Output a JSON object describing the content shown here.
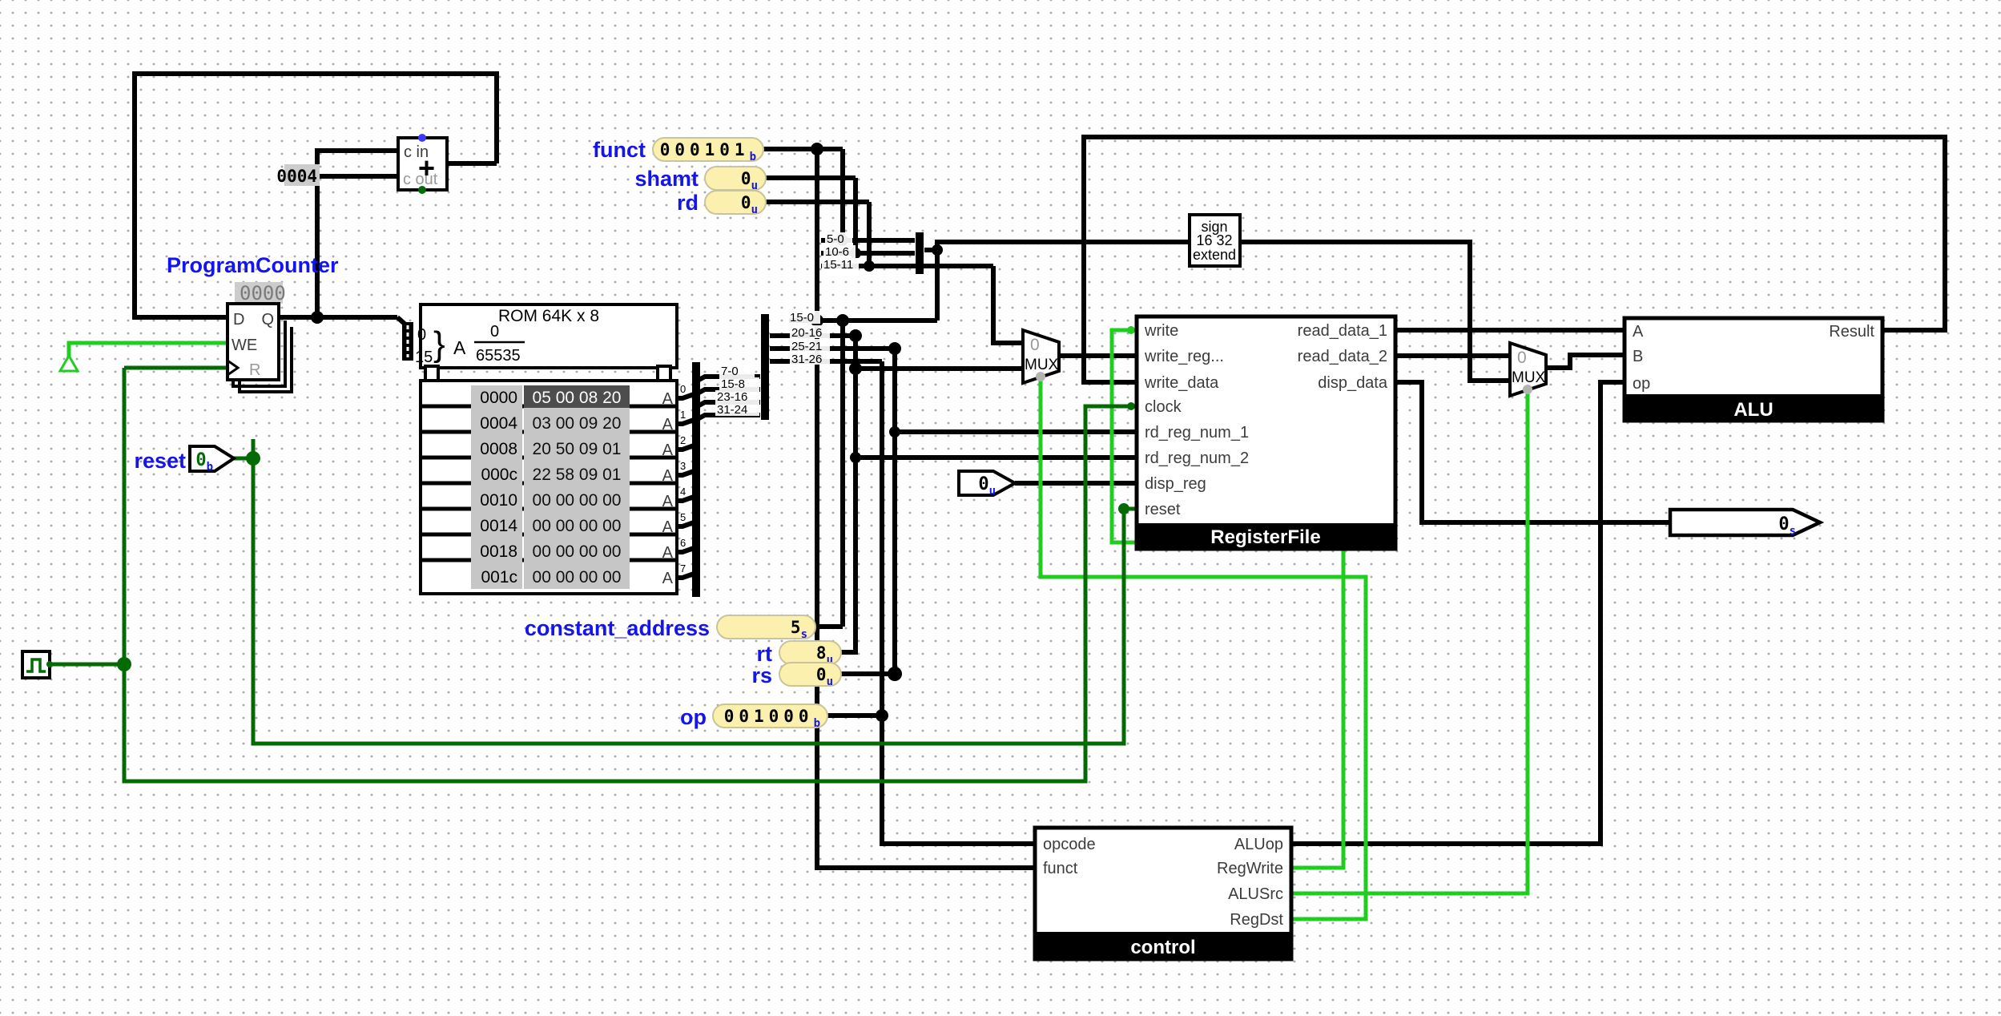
{
  "pc": {
    "label": "ProgramCounter",
    "value": "0000",
    "pins": {
      "d": "D",
      "q": "Q",
      "we": "WE",
      "r": "R"
    }
  },
  "adder": {
    "cin": "c in",
    "plus": "+",
    "cout": "c out",
    "constant": "0004"
  },
  "rom": {
    "title": "ROM 64K x 8",
    "addr_hi": "0",
    "addr_lo": "15",
    "brace": "}",
    "a_label": "A",
    "range_num": "0",
    "range_den": "65535",
    "out_pin": "A",
    "pin_nums": [
      "0",
      "1",
      "2",
      "3",
      "4",
      "5",
      "6",
      "7"
    ],
    "rows": [
      {
        "addr": "0000",
        "data": "05 00 08 20"
      },
      {
        "addr": "0004",
        "data": "03 00 09 20"
      },
      {
        "addr": "0008",
        "data": "20 50 09 01"
      },
      {
        "addr": "000c",
        "data": "22 58 09 01"
      },
      {
        "addr": "0010",
        "data": "00 00 00 00"
      },
      {
        "addr": "0014",
        "data": "00 00 00 00"
      },
      {
        "addr": "0018",
        "data": "00 00 00 00"
      },
      {
        "addr": "001c",
        "data": "00 00 00 00"
      }
    ],
    "byte_ranges": [
      "7-0",
      "15-8",
      "23-16",
      "31-24"
    ]
  },
  "splitters": {
    "fields": [
      "15-0",
      "20-16",
      "25-21",
      "31-26"
    ],
    "subfields": [
      "5-0",
      "10-6",
      "15-11"
    ]
  },
  "probes_top": [
    {
      "label": "funct",
      "value": "000101",
      "suffix": "b"
    },
    {
      "label": "shamt",
      "value": "0",
      "suffix": "u"
    },
    {
      "label": "rd",
      "value": "0",
      "suffix": "u"
    }
  ],
  "probes_mid": [
    {
      "label": "constant_address",
      "value": "5",
      "suffix": "s"
    },
    {
      "label": "rt",
      "value": "8",
      "suffix": "u"
    },
    {
      "label": "rs",
      "value": "0",
      "suffix": "u"
    },
    {
      "label": "op",
      "value": "001000",
      "suffix": "b"
    }
  ],
  "reset_input": {
    "label": "reset",
    "value": "0",
    "suffix": "b"
  },
  "disp_reg_input": {
    "value": "0",
    "suffix": "u"
  },
  "output_probe": {
    "value": "0",
    "suffix": "s"
  },
  "sign_extend": {
    "line1": "sign",
    "line2": "16 32",
    "line3": "extend"
  },
  "mux": {
    "zero": "0",
    "label": "MUX"
  },
  "register_file": {
    "title": "RegisterFile",
    "left_pins": [
      "write",
      "write_reg...",
      "write_data",
      "clock",
      "rd_reg_num_1",
      "rd_reg_num_2",
      "disp_reg",
      "reset"
    ],
    "right_pins": [
      "read_data_1",
      "read_data_2",
      "disp_data"
    ]
  },
  "alu": {
    "title": "ALU",
    "left_pins": [
      "A",
      "B",
      "op"
    ],
    "right_pins": [
      "Result"
    ]
  },
  "control": {
    "title": "control",
    "left_pins": [
      "opcode",
      "funct"
    ],
    "right_pins": [
      "ALUop",
      "RegWrite",
      "ALUSrc",
      "RegDst"
    ]
  },
  "colors": {
    "wire_bus": "#000000",
    "wire_high": "#21cc21",
    "wire_low": "#046b04",
    "probe_fill": "#fbf0ae",
    "label_blue": "#1414ee"
  }
}
